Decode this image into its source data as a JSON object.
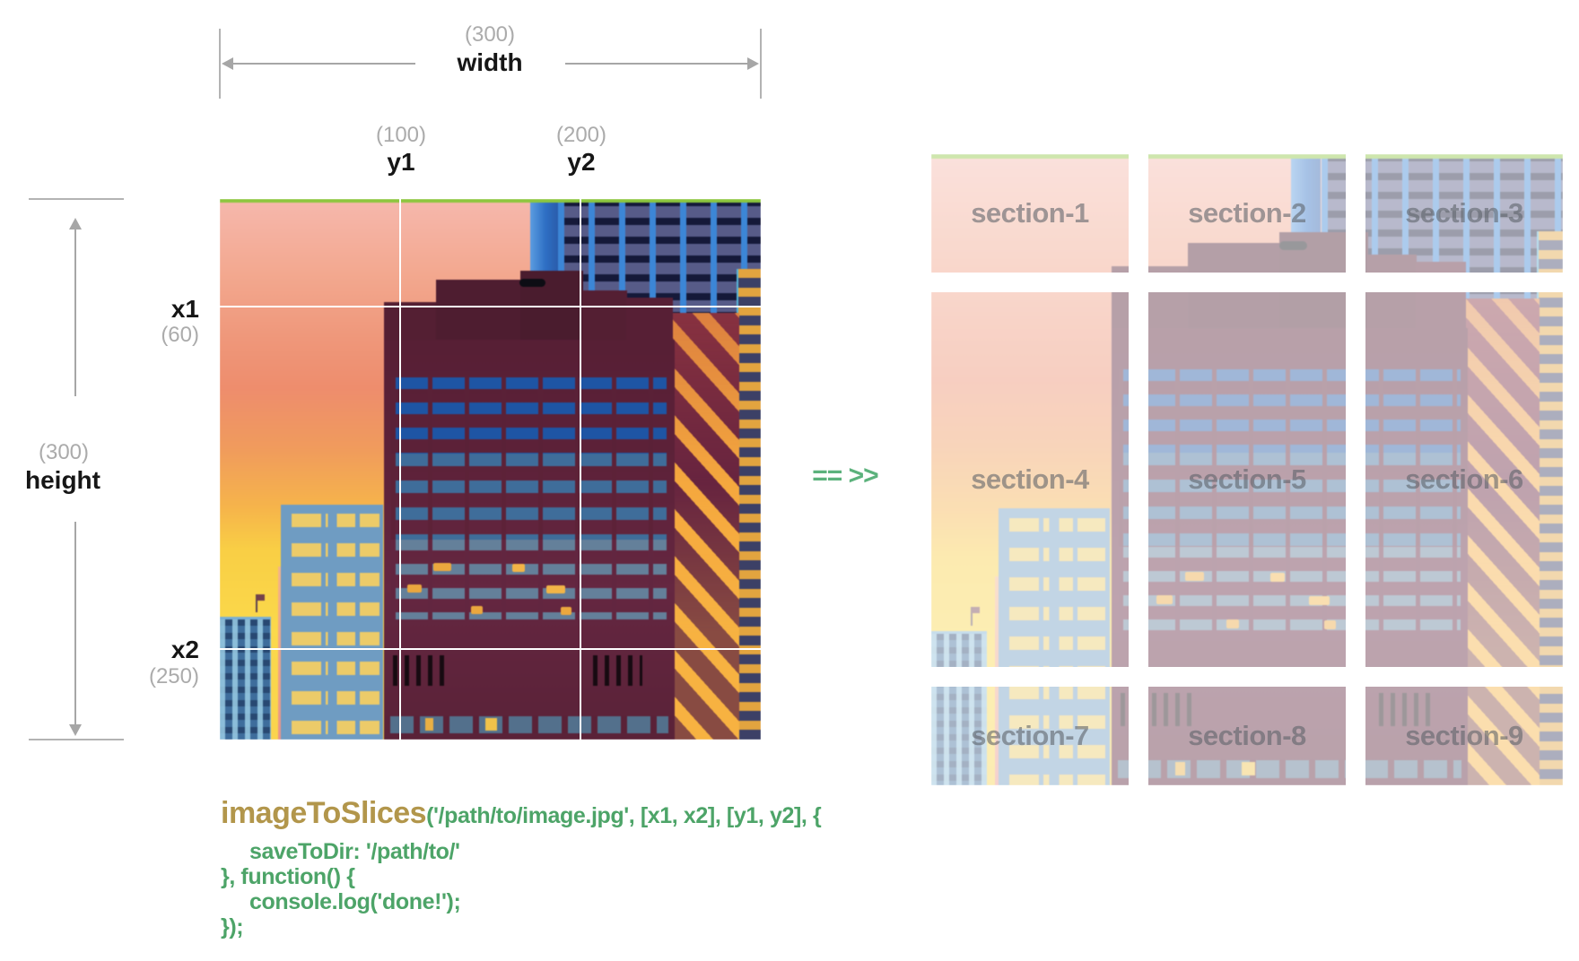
{
  "figure": {
    "width_dim": {
      "value": "(300)",
      "label": "width"
    },
    "height_dim": {
      "value": "(300)",
      "label": "height"
    },
    "slices": {
      "y1": {
        "value": "(100)",
        "label": "y1"
      },
      "y2": {
        "value": "(200)",
        "label": "y2"
      },
      "x1": {
        "value": "(60)",
        "label": "x1"
      },
      "x2": {
        "value": "(250)",
        "label": "x2"
      }
    }
  },
  "transform_symbol": "== >>",
  "sections": [
    {
      "label": "section-1"
    },
    {
      "label": "section-2"
    },
    {
      "label": "section-3"
    },
    {
      "label": "section-4"
    },
    {
      "label": "section-5"
    },
    {
      "label": "section-6"
    },
    {
      "label": "section-7"
    },
    {
      "label": "section-8"
    },
    {
      "label": "section-9"
    }
  ],
  "code": {
    "function_name": "imageToSlices",
    "args": "('/path/to/image.jpg', [x1, x2], [y1, y2], {",
    "option_line": "saveToDir: '/path/to/'",
    "callback_open": "}, function() {",
    "callback_body": "console.log('done!');",
    "close": "});"
  },
  "colors": {
    "image_top_border": "#8cc63e",
    "slice_guide_lines": "#ffffff",
    "code_function": "#b2964b",
    "code_body": "#4da468",
    "symbol_green": "#5cb27c",
    "dimension_gray": "#a6a6a6"
  }
}
